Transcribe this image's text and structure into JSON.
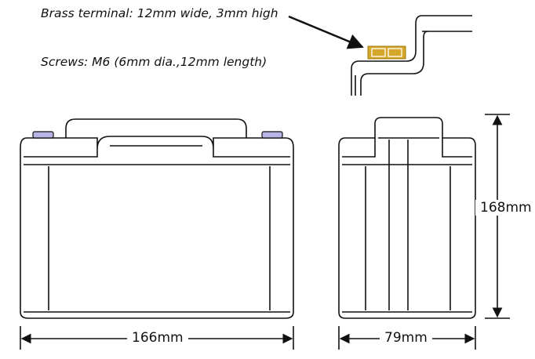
{
  "notes": {
    "terminal": "Brass terminal: 12mm wide, 3mm high",
    "screws": "Screws: M6 (6mm dia.,12mm length)"
  },
  "dimensions": {
    "width": "166mm",
    "depth": "79mm",
    "height": "168mm"
  },
  "colors": {
    "outline": "#111111",
    "terminal": "#d4a62a",
    "screw_cap": "#b8b4e6",
    "background": "#ffffff"
  }
}
